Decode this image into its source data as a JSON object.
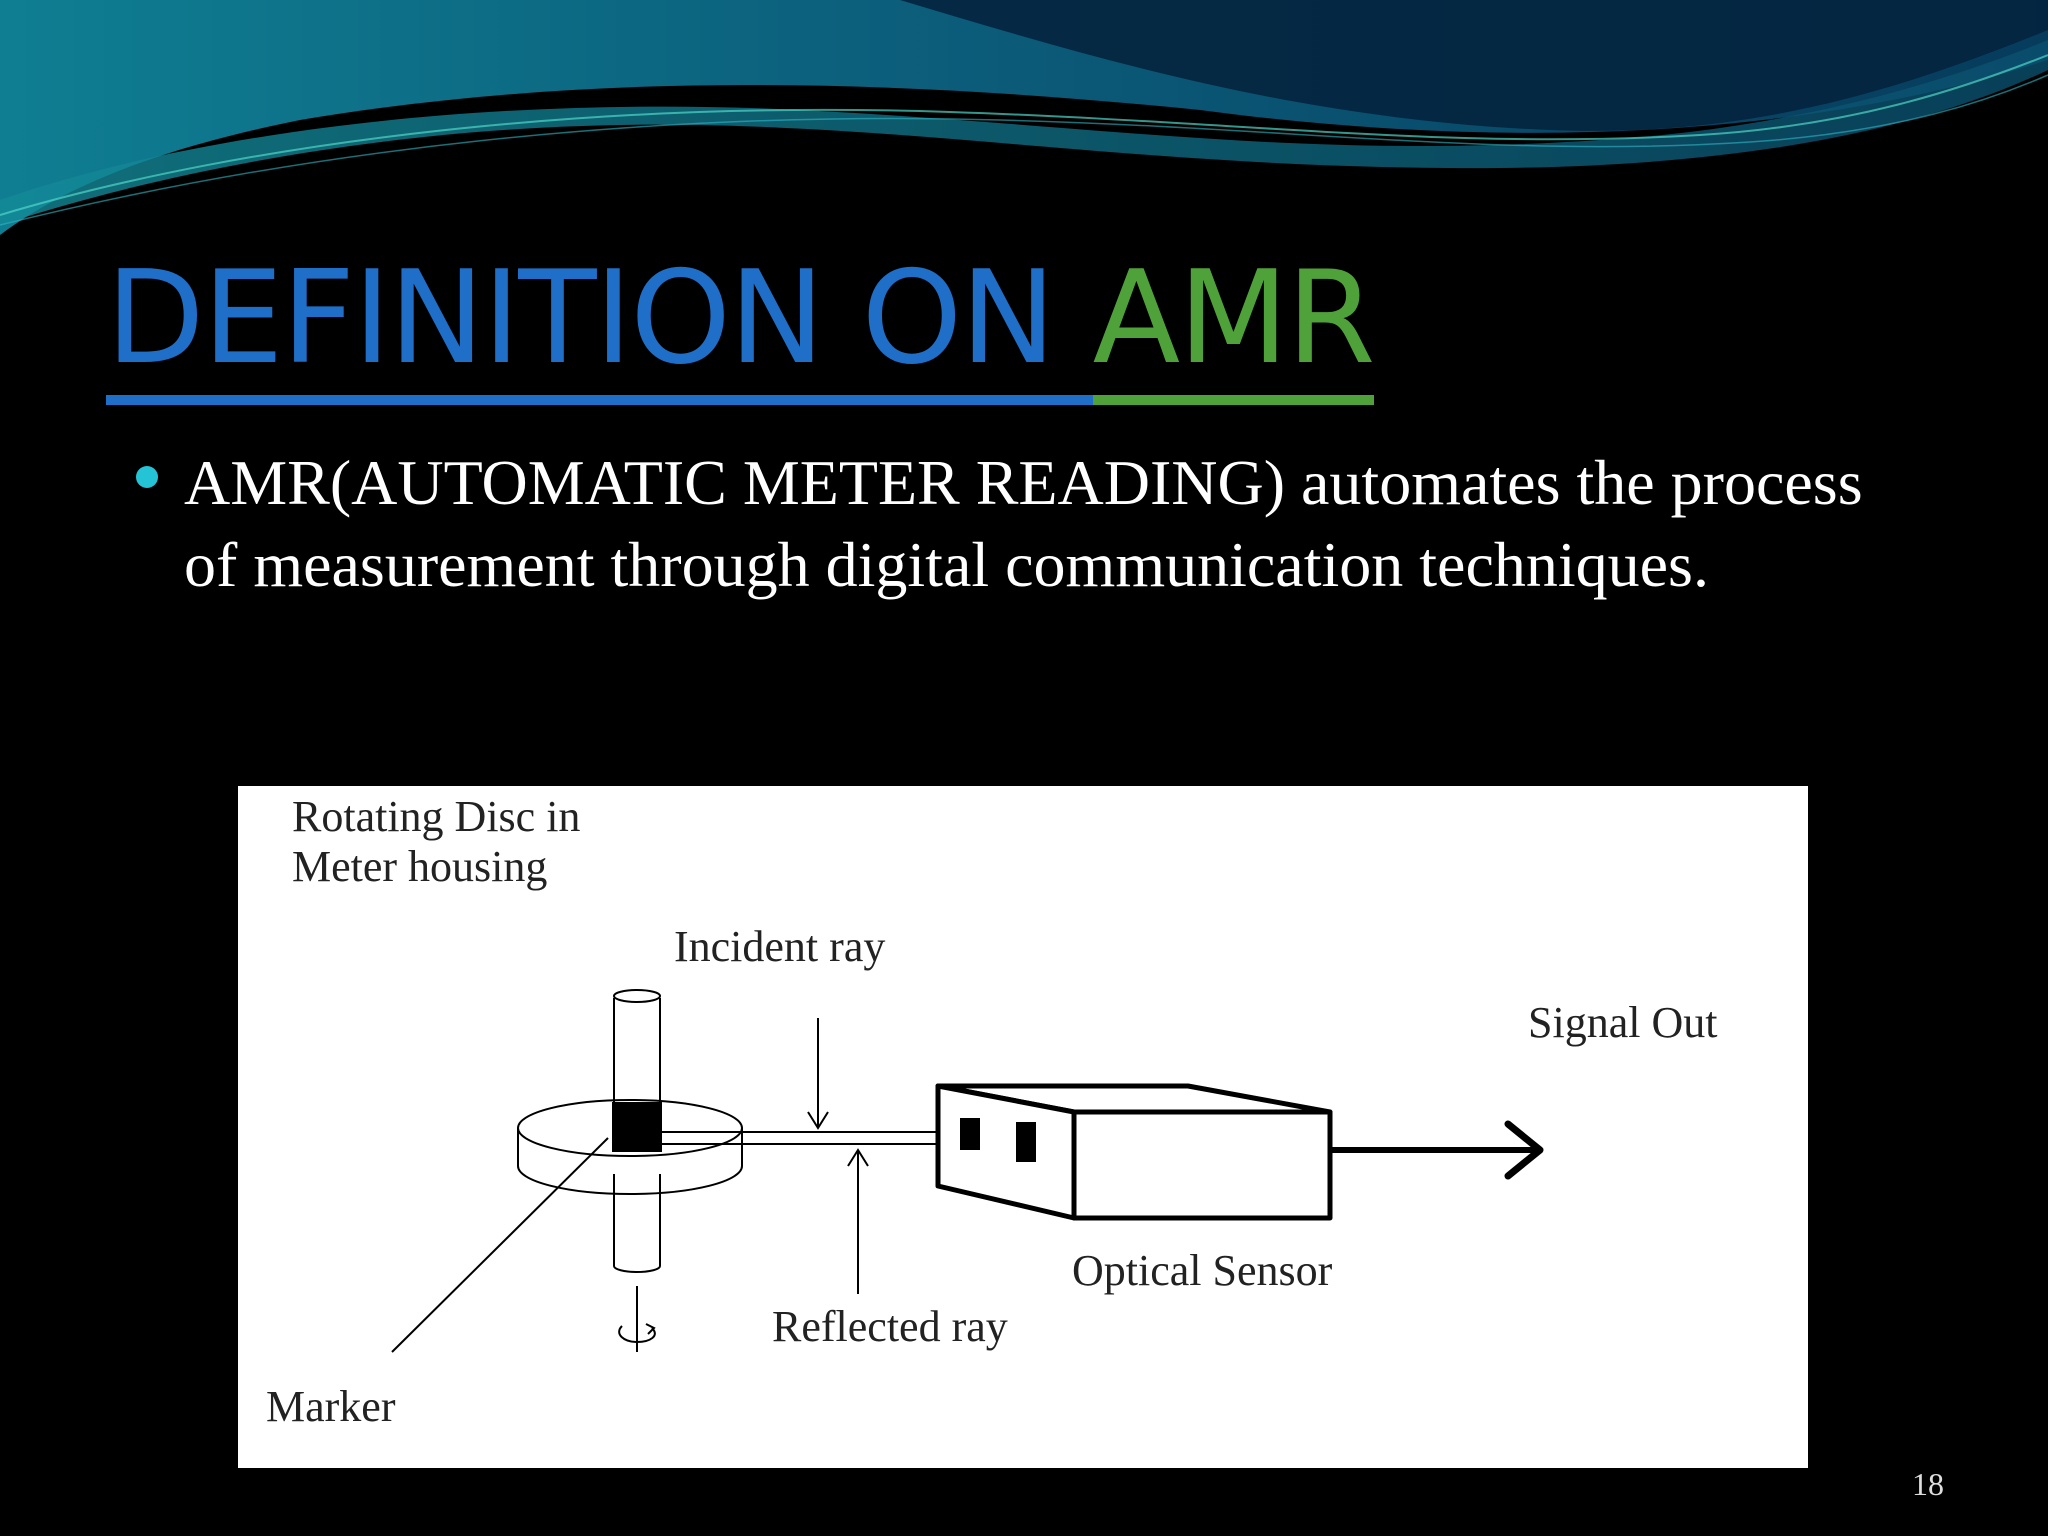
{
  "slide": {
    "title_part1": "DEFINITION ON ",
    "title_part2": "AMR",
    "bullet_text": "AMR(AUTOMATIC METER READING) automates the process of measurement through digital communication techniques.",
    "page_number": "18",
    "colors": {
      "background": "#000000",
      "title_blue": "#1f6ec7",
      "title_green": "#4fa23a",
      "bullet": "#24c3d6",
      "banner_teal": "#0e6f86"
    }
  },
  "diagram": {
    "label_disc": "Rotating Disc in",
    "label_disc2": "Meter housing",
    "label_incident": "Incident ray",
    "label_signal": "Signal Out",
    "label_sensor": "Optical Sensor",
    "label_reflected": "Reflected ray",
    "label_marker": "Marker"
  }
}
